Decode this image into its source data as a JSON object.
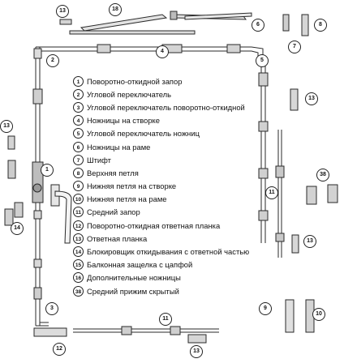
{
  "legend": [
    {
      "num": "1",
      "text": "Поворотно-откидной запор"
    },
    {
      "num": "2",
      "text": "Угловой переключатель"
    },
    {
      "num": "3",
      "text": "Угловой переключатель поворотно-откидной"
    },
    {
      "num": "4",
      "text": "Ножницы на створке"
    },
    {
      "num": "5",
      "text": "Угловой переключатель ножниц"
    },
    {
      "num": "6",
      "text": "Ножницы на раме"
    },
    {
      "num": "7",
      "text": "Штифт"
    },
    {
      "num": "8",
      "text": "Верхняя петля"
    },
    {
      "num": "9",
      "text": "Нижняя петля на створке"
    },
    {
      "num": "10",
      "text": "Нижняя петля на раме"
    },
    {
      "num": "11",
      "text": "Средний запор"
    },
    {
      "num": "12",
      "text": "Поворотно-откидная ответная планка"
    },
    {
      "num": "13",
      "text": "Ответная планка"
    },
    {
      "num": "14",
      "text": "Блокировщик откидывания с ответной частью"
    },
    {
      "num": "15",
      "text": "Балконная защелка с цапфой"
    },
    {
      "num": "16",
      "text": "Дополнительные ножницы"
    },
    {
      "num": "38",
      "text": "Средний прижим скрытый"
    }
  ],
  "callouts": [
    "13",
    "18",
    "6",
    "8",
    "7",
    "2",
    "4",
    "5",
    "13",
    "1",
    "13",
    "38",
    "11",
    "14",
    "13",
    "3",
    "9",
    "10",
    "11",
    "12",
    "13"
  ]
}
